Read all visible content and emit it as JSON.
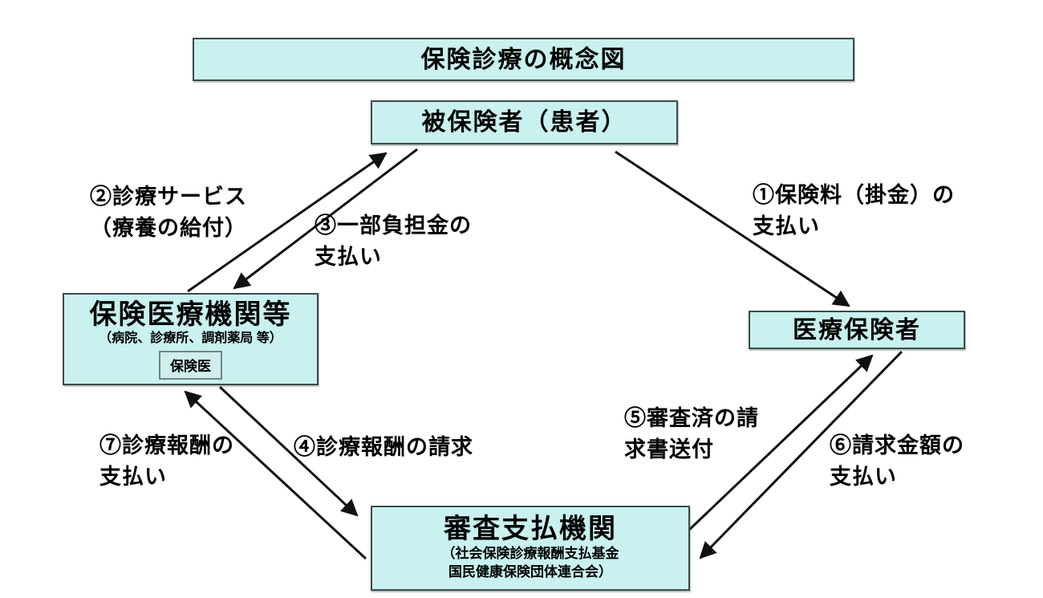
{
  "colors": {
    "box_fill": "#c8f1ef",
    "box_border": "#3d4a4a",
    "inner_box_border": "#6f8585",
    "arrow": "#111111",
    "text": "#000000"
  },
  "diagram": {
    "title": "保険診療の概念図",
    "nodes": {
      "insured": {
        "label": "被保険者（患者）"
      },
      "provider": {
        "label": "保険医療機関等",
        "sublabel": "（病院、診療所、調剤薬局 等）",
        "inner_label": "保険医"
      },
      "insurer": {
        "label": "医療保険者"
      },
      "payer": {
        "label": "審査支払機関",
        "sublabel": "（社会保険診療報酬支払基金\n国民健康保険団体連合会）"
      }
    },
    "flows": [
      {
        "id": "1",
        "from": "insured",
        "to": "insurer",
        "label": "①保険料（掛金）の\n支払い"
      },
      {
        "id": "2",
        "from": "provider",
        "to": "insured",
        "label": "②診療サービス\n（療養の給付）"
      },
      {
        "id": "3",
        "from": "insured",
        "to": "provider",
        "label": "③一部負担金の\n支払い"
      },
      {
        "id": "4",
        "from": "provider",
        "to": "payer",
        "label": "④診療報酬の請求"
      },
      {
        "id": "5",
        "from": "payer",
        "to": "insurer",
        "label": "⑤審査済の請\n求書送付"
      },
      {
        "id": "6",
        "from": "insurer",
        "to": "payer",
        "label": "⑥請求金額の\n支払い"
      },
      {
        "id": "7",
        "from": "payer",
        "to": "provider",
        "label": "⑦診療報酬の\n支払い"
      }
    ]
  }
}
